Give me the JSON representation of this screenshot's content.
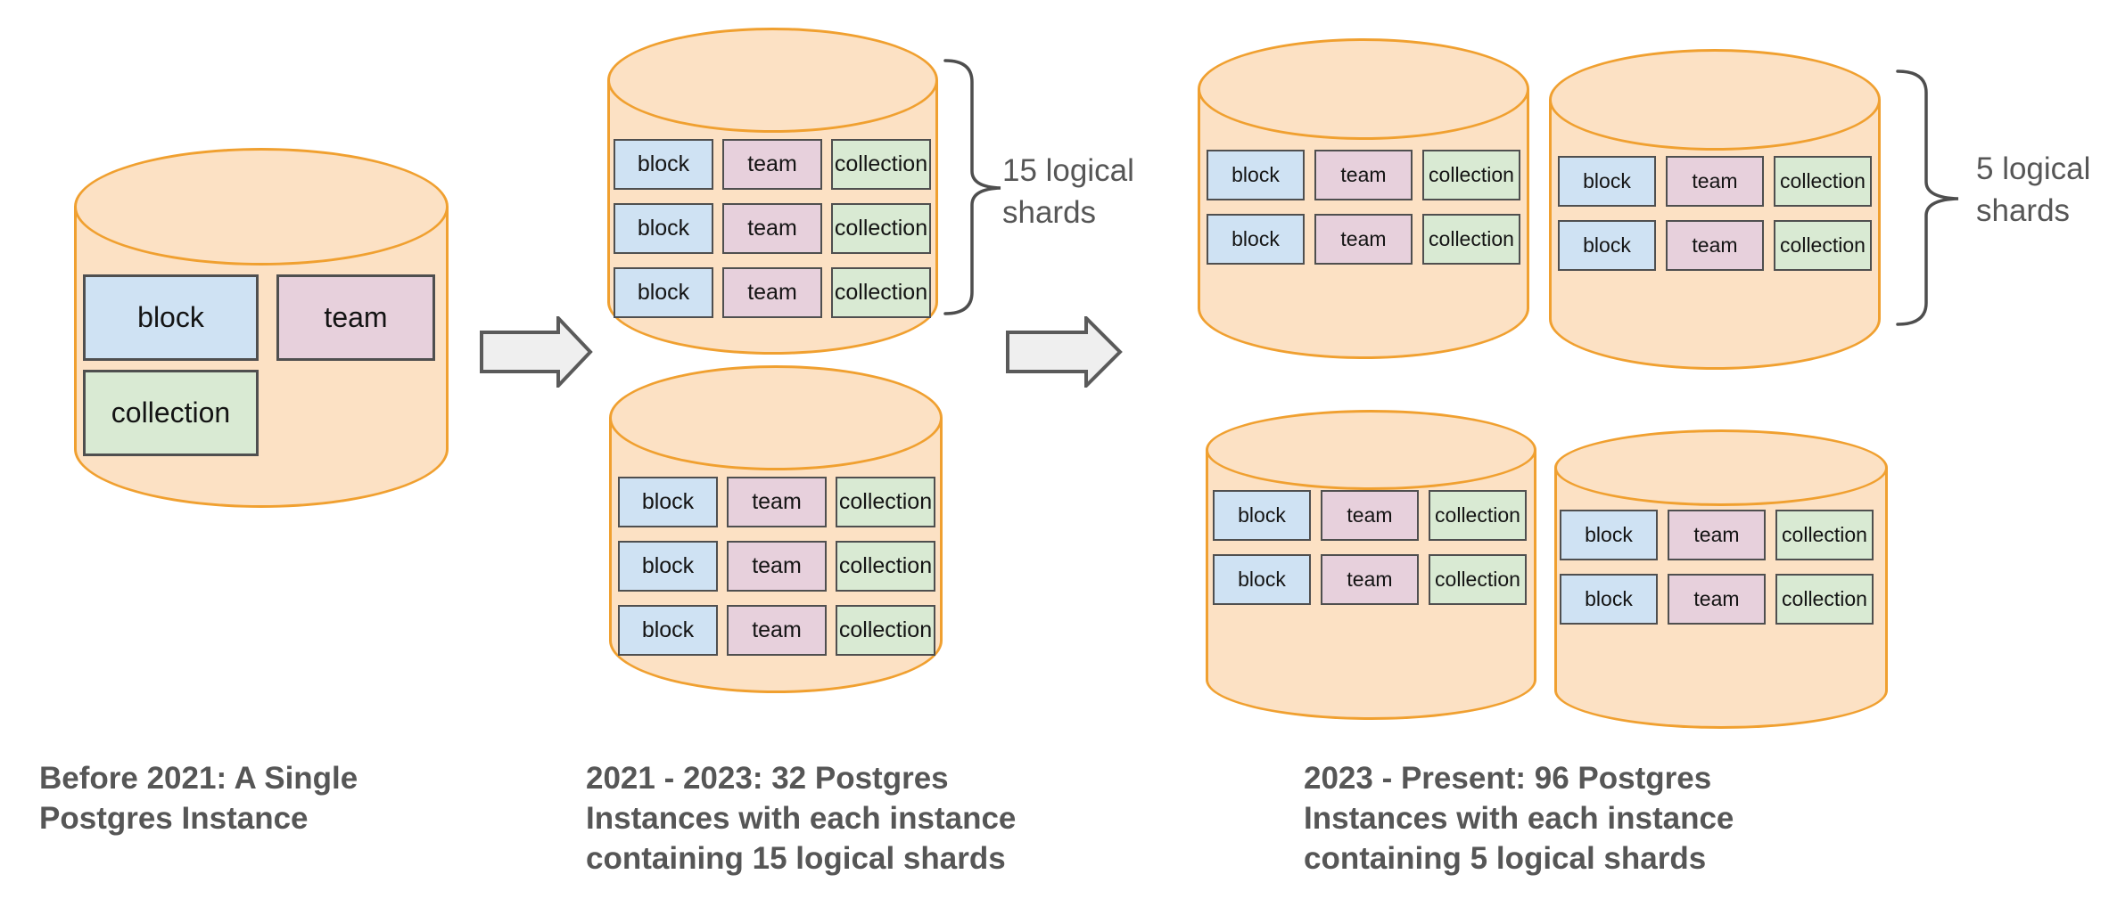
{
  "labels": {
    "block": "block",
    "team": "team",
    "collection": "collection"
  },
  "shard_row": [
    "block",
    "team",
    "collection"
  ],
  "cylinders": [
    {
      "name": "single-postgres-instance",
      "rows": 0
    },
    {
      "name": "postgres-instance-15-shards-top",
      "rows": 3
    },
    {
      "name": "postgres-instance-15-shards-bottom",
      "rows": 3
    },
    {
      "name": "postgres-instance-5-shards-top-left",
      "rows": 2
    },
    {
      "name": "postgres-instance-5-shards-top-right",
      "rows": 2
    },
    {
      "name": "postgres-instance-5-shards-bottom-left",
      "rows": 2
    },
    {
      "name": "postgres-instance-5-shards-bottom-right",
      "rows": 2
    }
  ],
  "annotations": {
    "shards_15": "15 logical\nshards",
    "shards_5": "5 logical\nshards"
  },
  "captions": {
    "before_2021": "Before 2021: A Single\nPostgres Instance",
    "era_2021_2023": "2021 - 2023: 32 Postgres\nInstances with each instance\ncontaining 15 logical shards",
    "era_2023_present": "2023 - Present: 96 Postgres\nInstances with each instance\ncontaining 5 logical shards"
  },
  "colors": {
    "cyl-fill": "#FCE1C4",
    "cyl-stroke": "#F0A030",
    "tbl-border": "#4f4f4f",
    "block-fill": "#CFE2F3",
    "team-fill": "#E7D0DC",
    "collection-fill": "#D9EAD3",
    "text-dark": "#141414",
    "gray-text": "#565656",
    "arrow-fill": "#EFEFEF",
    "arrow-stroke": "#5a5a5a",
    "brace-stroke": "#4e4e4e"
  }
}
